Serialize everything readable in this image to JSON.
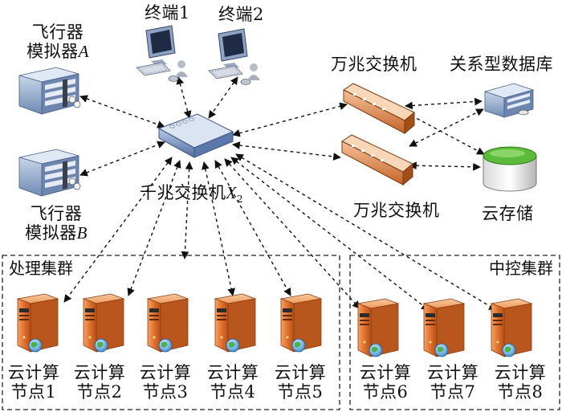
{
  "nodes": {
    "terminal1": "终端1",
    "terminal2": "终端2",
    "simA_line1": "飞行器",
    "simA_line2": "模拟器",
    "simA_italic": "A",
    "simB_line1": "飞行器",
    "simB_line2": "模拟器",
    "simB_italic": "B",
    "gigabit_main": "千兆交换机",
    "gigabit_x": "X",
    "gigabit_sub": "2",
    "tengig1": "万兆交换机",
    "tengig2": "万兆交换机",
    "database": "关系型数据库",
    "cloud_storage": "云存储"
  },
  "clusters": {
    "processing": "处理集群",
    "central": "中控集群"
  },
  "servers": [
    {
      "line1": "云计算",
      "line2": "节点1"
    },
    {
      "line1": "云计算",
      "line2": "节点2"
    },
    {
      "line1": "云计算",
      "line2": "节点3"
    },
    {
      "line1": "云计算",
      "line2": "节点4"
    },
    {
      "line1": "云计算",
      "line2": "节点5"
    },
    {
      "line1": "云计算",
      "line2": "节点6"
    },
    {
      "line1": "云计算",
      "line2": "节点7"
    },
    {
      "line1": "云计算",
      "line2": "节点8"
    }
  ]
}
